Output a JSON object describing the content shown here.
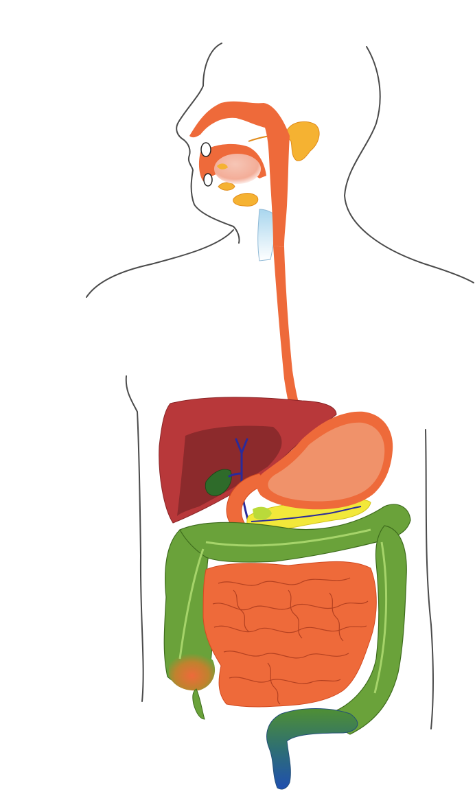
{
  "diagram": {
    "kind": "human digestive system illustration",
    "labels": [],
    "organs": [
      "body-outline",
      "mouth",
      "tongue",
      "salivary-glands",
      "pharynx",
      "trachea",
      "esophagus",
      "liver",
      "gallbladder",
      "bile-duct",
      "stomach",
      "pancreas",
      "duodenum",
      "small-intestine",
      "large-intestine",
      "appendix",
      "rectum"
    ],
    "colors": {
      "outline": "#4a4a4a",
      "tract": "#ee6a3a",
      "salivary": "#f5b232",
      "tongue": "#f3b9a8",
      "trachea": "#bcdff0",
      "liver": "#b8383a",
      "liver_shadow": "#8c2a2c",
      "gallbladder": "#2e6b2a",
      "bile_duct": "#2a2a9a",
      "stomach": "#f0926a",
      "pancreas": "#f2e83a",
      "small_intestine": "#ee6a3a",
      "colon": "#6aa23a",
      "rectum": "#2a5aa8"
    }
  }
}
